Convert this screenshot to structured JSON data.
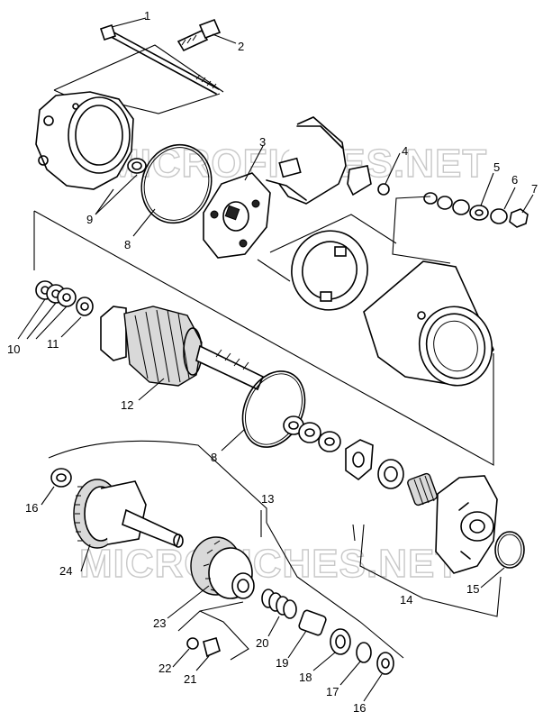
{
  "watermark": {
    "text": "MICROFICHES.NET"
  },
  "callouts": {
    "c1": "1",
    "c2": "2",
    "c3": "3",
    "c4": "4",
    "c5": "5",
    "c6": "6",
    "c7": "7",
    "c8a": "8",
    "c8b": "8",
    "c9": "9",
    "c10": "10",
    "c11": "11",
    "c12": "12",
    "c13": "13",
    "c14": "14",
    "c15": "15",
    "c16a": "16",
    "c16b": "16",
    "c17": "17",
    "c18": "18",
    "c19": "19",
    "c20": "20",
    "c21": "21",
    "c22": "22",
    "c23": "23",
    "c24": "24"
  }
}
